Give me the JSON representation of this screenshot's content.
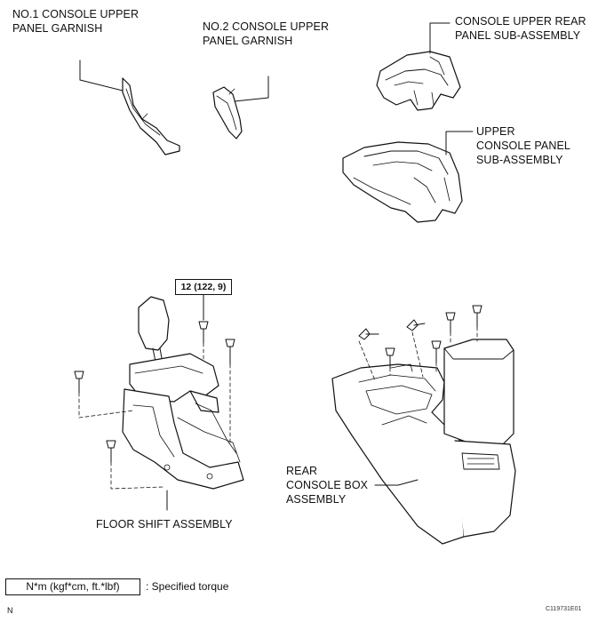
{
  "labels": {
    "no1_garnish": [
      "NO.1 CONSOLE UPPER",
      "PANEL GARNISH"
    ],
    "no2_garnish": [
      "NO.2 CONSOLE UPPER",
      "PANEL GARNISH"
    ],
    "upper_rear": [
      "CONSOLE UPPER REAR",
      "PANEL SUB-ASSEMBLY"
    ],
    "upper_panel": [
      "UPPER",
      "CONSOLE PANEL",
      "SUB-ASSEMBLY"
    ],
    "floor_shift": "FLOOR SHIFT ASSEMBLY",
    "rear_box": [
      "REAR",
      "CONSOLE BOX",
      "ASSEMBLY"
    ]
  },
  "torque_spec": "12 (122, 9)",
  "legend": {
    "unit_box": "N*m (kgf*cm, ft.*lbf)",
    "description": ": Specified torque"
  },
  "corner_mark": "N",
  "figure_code": "C119731E01"
}
